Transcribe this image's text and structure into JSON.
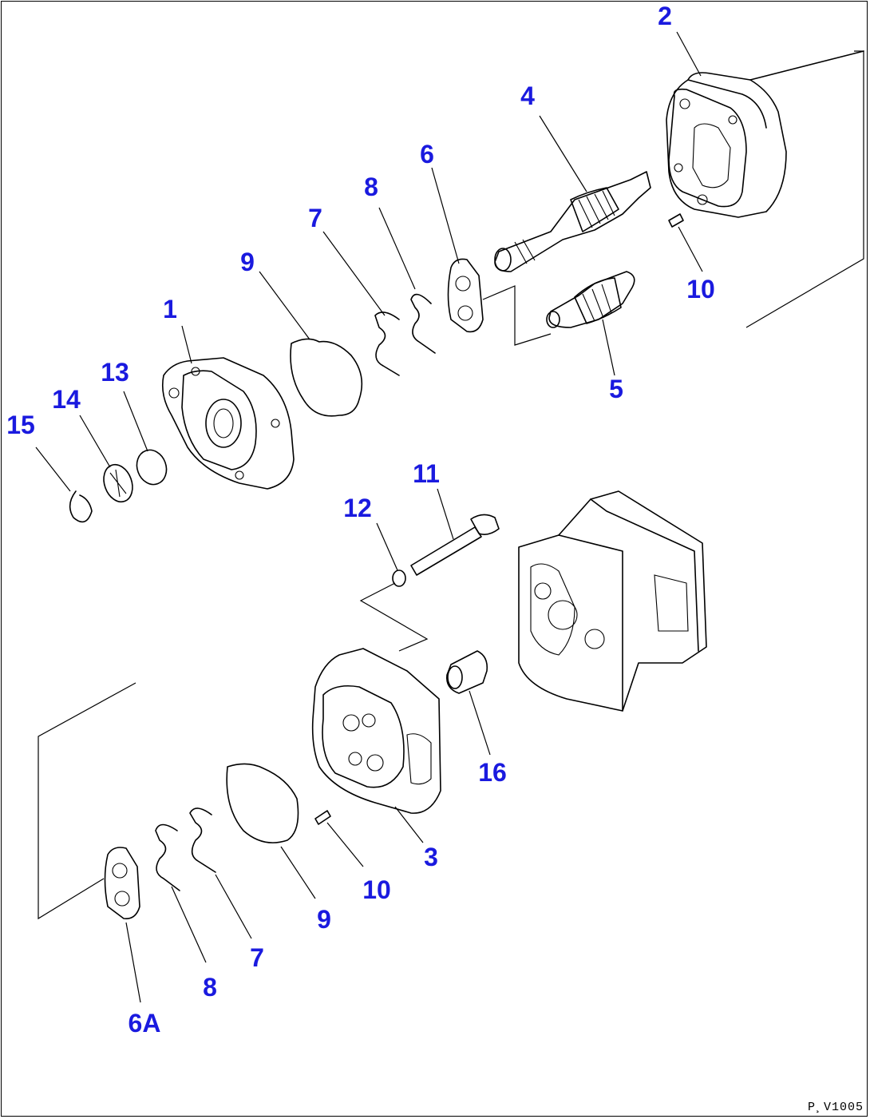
{
  "callouts": {
    "c1": "1",
    "c2": "2",
    "c3": "3",
    "c4": "4",
    "c5": "5",
    "c6": "6",
    "c6a": "6A",
    "c7a": "7",
    "c7b": "7",
    "c8a": "8",
    "c8b": "8",
    "c9a": "9",
    "c9b": "9",
    "c10a": "10",
    "c10b": "10",
    "c11": "11",
    "c12": "12",
    "c13": "13",
    "c14": "14",
    "c15": "15",
    "c16": "16"
  },
  "drawing_code": "P¸V1005",
  "colors": {
    "callout": "#1a1adf",
    "line": "#000000",
    "background": "#ffffff"
  }
}
